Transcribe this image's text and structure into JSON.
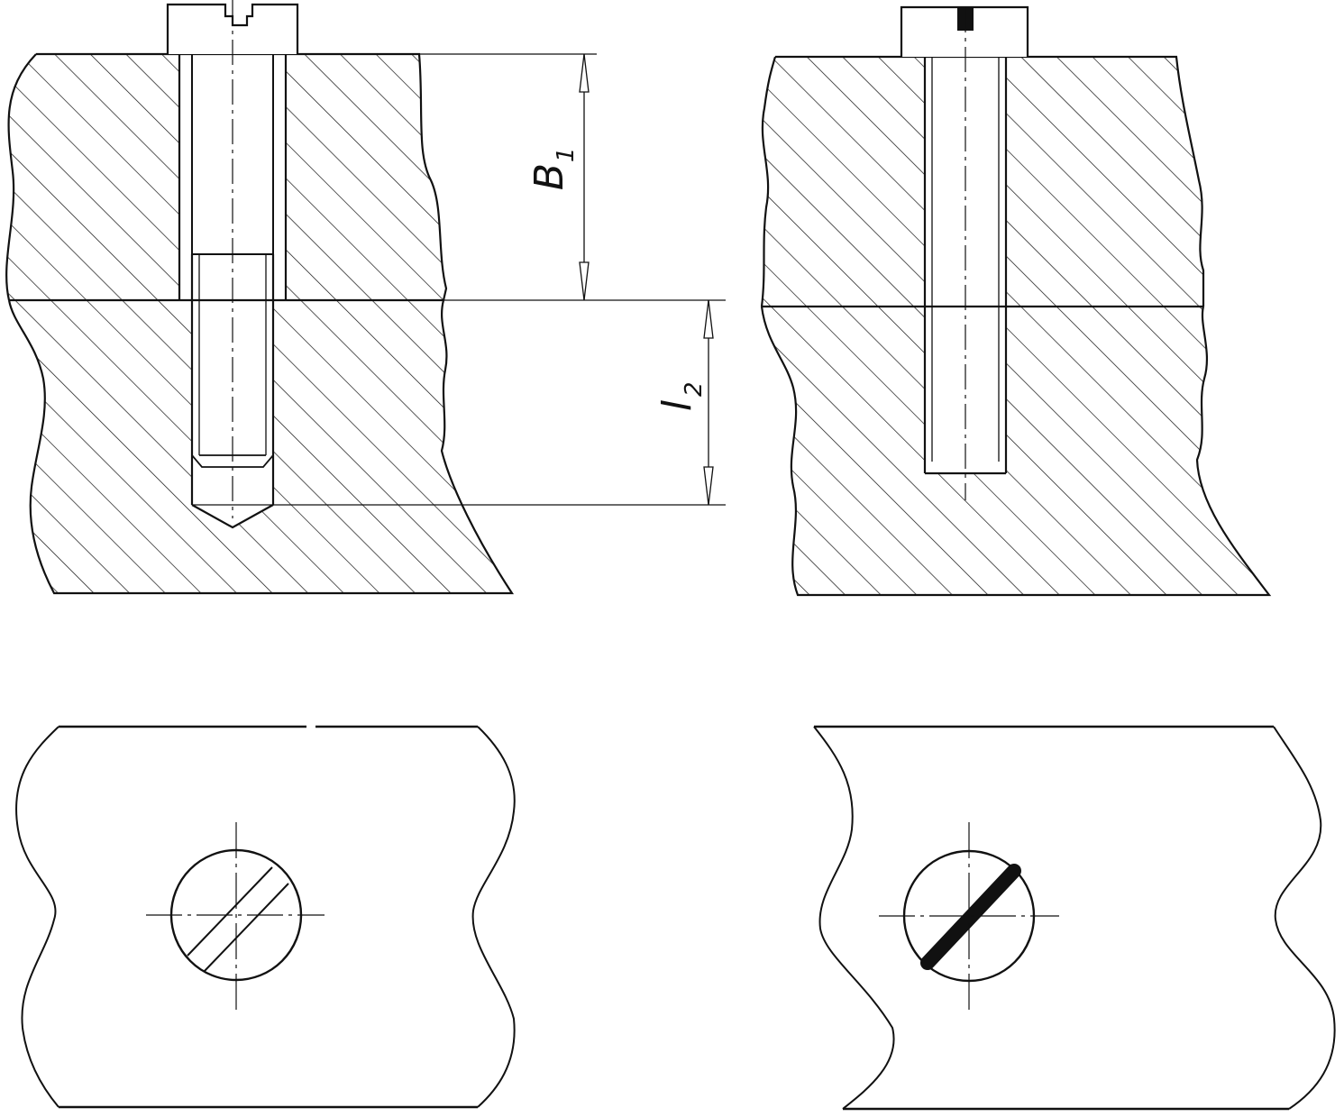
{
  "dimensions": {
    "b1": {
      "letter": "B",
      "sub": "1"
    },
    "l2": {
      "letter": "l",
      "sub": "2"
    }
  },
  "colors": {
    "line": "#111111",
    "background": "#ffffff"
  }
}
